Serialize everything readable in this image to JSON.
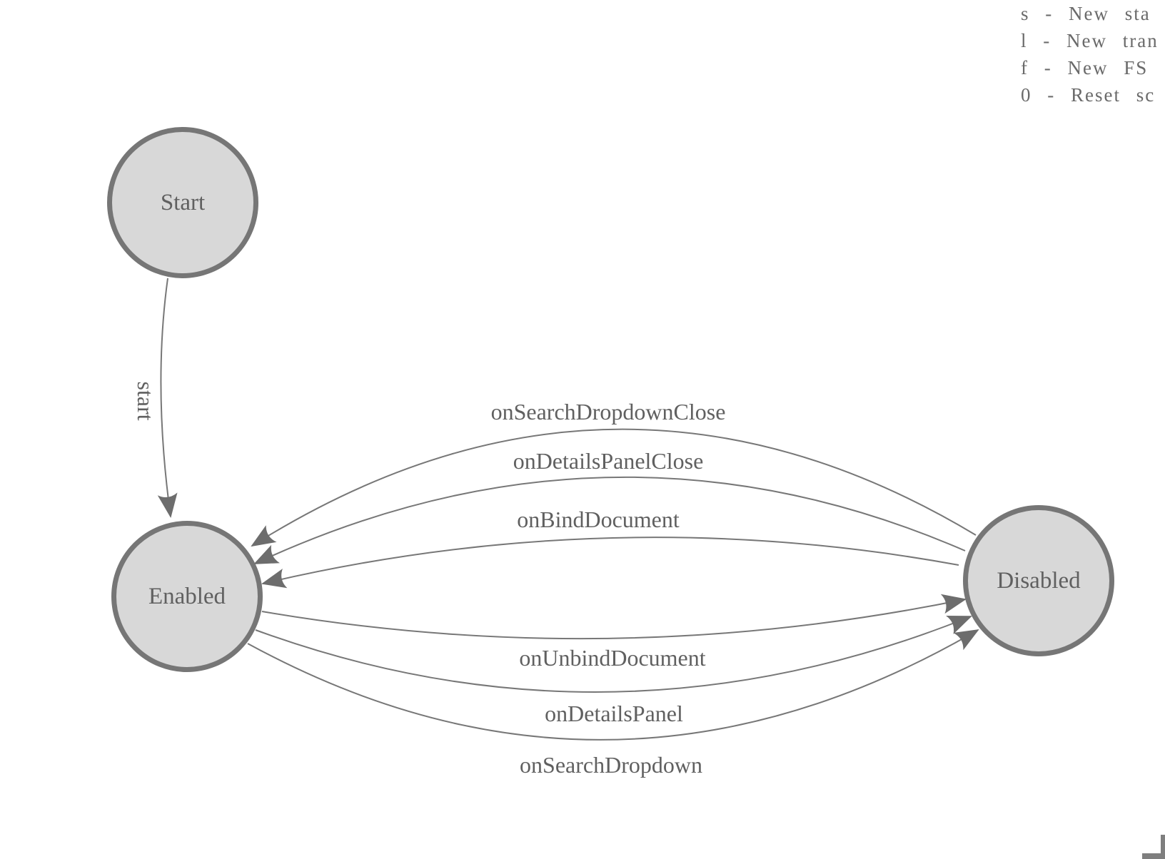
{
  "legend": {
    "lines": [
      "s - New sta",
      "l - New tran",
      "f - New FS",
      "0 - Reset sc"
    ]
  },
  "states": [
    {
      "label": "Start"
    },
    {
      "label": "Enabled"
    },
    {
      "label": "Disabled"
    }
  ],
  "transitions": [
    {
      "label": "start",
      "from": "Start",
      "to": "Enabled"
    },
    {
      "label": "onSearchDropdownClose",
      "from": "Disabled",
      "to": "Enabled"
    },
    {
      "label": "onDetailsPanelClose",
      "from": "Disabled",
      "to": "Enabled"
    },
    {
      "label": "onBindDocument",
      "from": "Disabled",
      "to": "Enabled"
    },
    {
      "label": "onUnbindDocument",
      "from": "Enabled",
      "to": "Disabled"
    },
    {
      "label": "onDetailsPanel",
      "from": "Enabled",
      "to": "Disabled"
    },
    {
      "label": "onSearchDropdown",
      "from": "Enabled",
      "to": "Disabled"
    }
  ],
  "colors": {
    "node-fill": "#d8d8d8",
    "node-border": "#767676",
    "edge-line": "#777777",
    "arrow-fill": "#6d6d6d",
    "label-text": "#606060",
    "legend-text": "#6a6a6a",
    "frame-border": "#7f7f7f"
  }
}
